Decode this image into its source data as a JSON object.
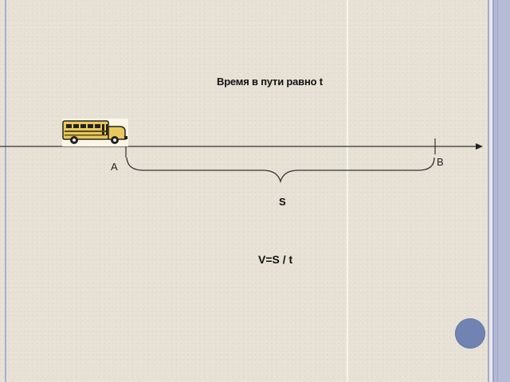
{
  "slide": {
    "title": "Время в пути равно t",
    "point_a": "A",
    "point_b": "B",
    "distance_label": "S",
    "formula": "V=S / t"
  },
  "icons": {
    "vehicle": "school-bus-icon",
    "navigation": "circle-nav-button"
  },
  "colors": {
    "background": "#e7e1d6",
    "accent_blue": "#7083b3",
    "bus_yellow": "#e8c85a",
    "line": "#333333"
  }
}
